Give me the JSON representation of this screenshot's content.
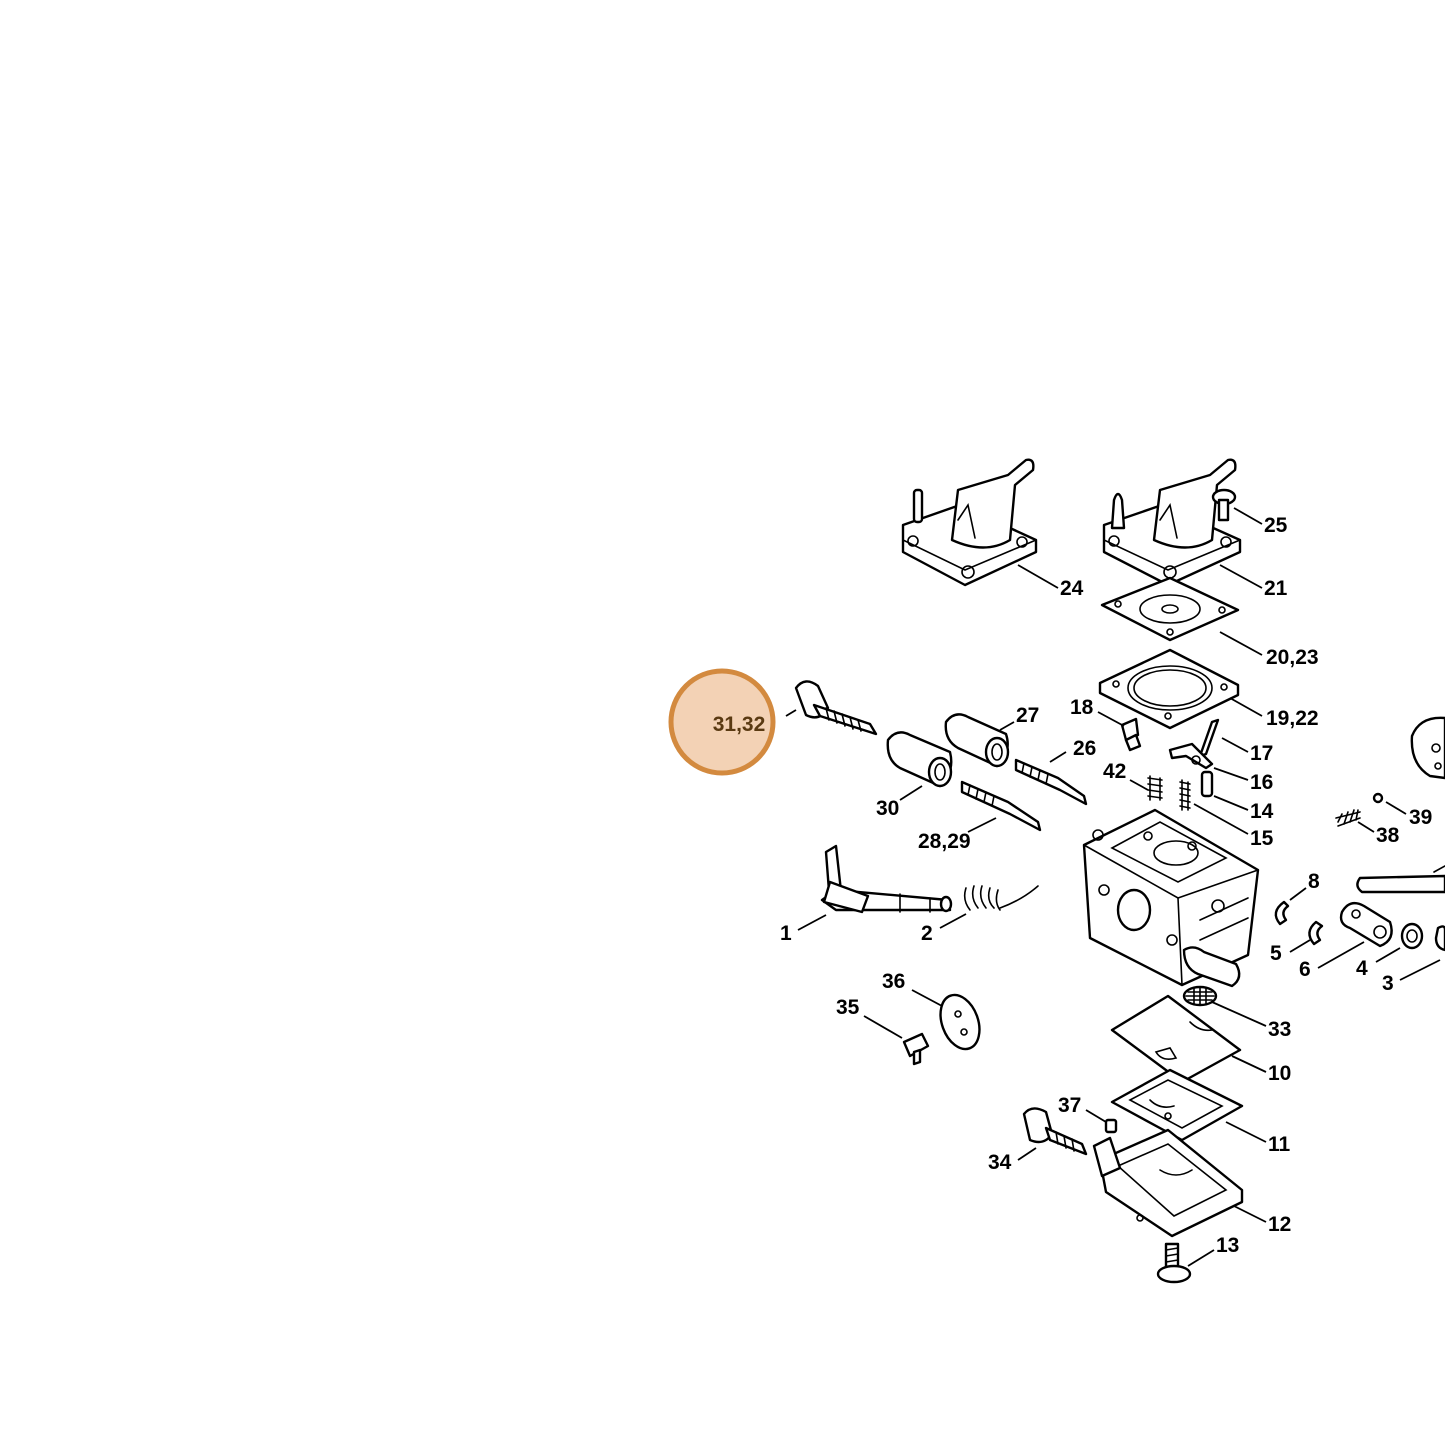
{
  "diagram": {
    "highlight": {
      "label": "31,32",
      "fill": "#f3d2b5",
      "ring": "#d38a3f"
    },
    "callouts": {
      "c24": "24",
      "c25": "25",
      "c21": "21",
      "c2023": "20,23",
      "c1922": "19,22",
      "c27": "27",
      "c18": "18",
      "c26": "26",
      "c17": "17",
      "c42": "42",
      "c16": "16",
      "c30": "30",
      "c14": "14",
      "c15": "15",
      "c39": "39",
      "c38": "38",
      "c2829": "28,29",
      "c8": "8",
      "c1": "1",
      "c2": "2",
      "c5": "5",
      "c6": "6",
      "c4": "4",
      "c3": "3",
      "c36": "36",
      "c35": "35",
      "c33": "33",
      "c10": "10",
      "c37": "37",
      "c11": "11",
      "c34": "34",
      "c12": "12",
      "c13": "13"
    }
  }
}
